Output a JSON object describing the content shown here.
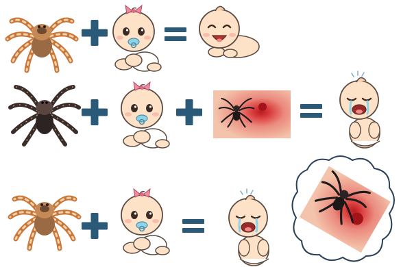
{
  "colors": {
    "operator": "#2b5a78",
    "tarantula_orange": "#d9894a",
    "tarantula_dark": "#3a2e2a",
    "skin": "#fde2c8",
    "bite_red": "#d83a3a",
    "bow_pink": "#f08aa0",
    "pacifier_blue": "#8fd3e8",
    "thought_bubble": "#2b3f58"
  },
  "rows": [
    {
      "name": "row-1",
      "items": [
        "orange-tarantula",
        "plus",
        "baby-with-pacifier",
        "equals",
        "happy-baby"
      ]
    },
    {
      "name": "row-2",
      "items": [
        "black-spider",
        "plus",
        "baby-with-pacifier",
        "plus",
        "spider-bite-photo",
        "equals",
        "crying-baby"
      ]
    },
    {
      "name": "row-3",
      "items": [
        "orange-tarantula",
        "plus",
        "baby-with-pacifier",
        "equals",
        "crying-baby",
        "thought-bubble-spider-bite"
      ]
    }
  ]
}
